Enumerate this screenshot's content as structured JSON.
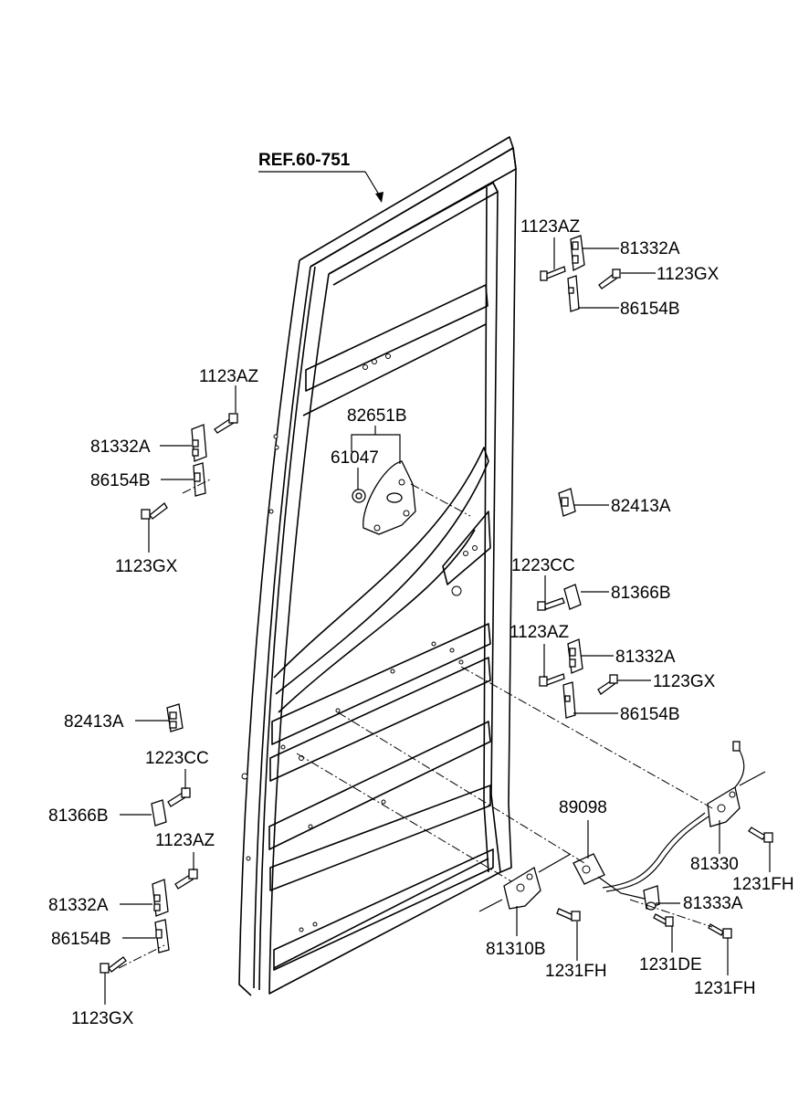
{
  "diagram": {
    "reference": "REF.60-751",
    "labels": {
      "top_right_bolt": "1123AZ",
      "top_right_hinge": "81332A",
      "top_right_screw": "1123GX",
      "top_right_plate": "86154B",
      "left_top_bolt": "1123AZ",
      "left_top_hinge": "81332A",
      "left_top_plate": "86154B",
      "left_top_screw": "1123GX",
      "center_cover": "82651B",
      "center_grommet": "61047",
      "right_bumper": "82413A",
      "right_stopper_bolt": "1223CC",
      "right_stopper": "81366B",
      "mid_right_bolt": "1123AZ",
      "mid_right_hinge": "81332A",
      "mid_right_screw": "1123GX",
      "mid_right_plate": "86154B",
      "left_bumper": "82413A",
      "left_stopper_bolt": "1223CC",
      "left_stopper": "81366B",
      "left_bottom_bolt": "1123AZ",
      "left_bottom_hinge": "81332A",
      "left_bottom_plate": "86154B",
      "left_bottom_screw": "1123GX",
      "latch_cable": "89098",
      "latch_rear": "81330",
      "latch_rear_screw": "1231FH",
      "striker": "81333A",
      "latch_lower": "81310B",
      "latch_lower_screw": "1231FH",
      "striker_screw": "1231DE",
      "striker_bolt": "1231FH"
    }
  }
}
